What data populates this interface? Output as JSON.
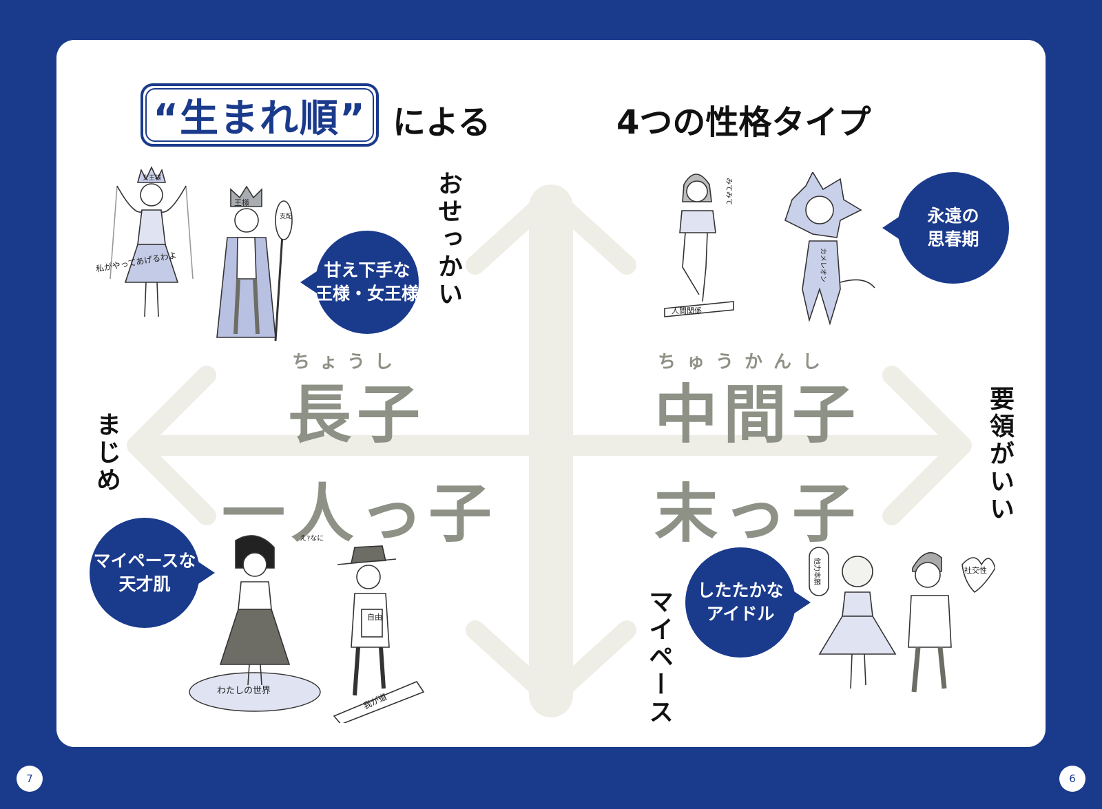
{
  "title": {
    "boxed": "“生まれ順”",
    "rest1": "による",
    "rest2": "4つの性格タイプ"
  },
  "axes": {
    "top": "おせっかい",
    "bottom": "マイペース",
    "left": "まじめ",
    "right": "要領がいい"
  },
  "quadrants": {
    "top_left": {
      "ruby": "ちょうし",
      "label": "長子"
    },
    "top_right": {
      "ruby": "ちゅうかんし",
      "label": "中間子"
    },
    "bottom_left": {
      "label": "一人っ子"
    },
    "bottom_right": {
      "label": "末っ子"
    }
  },
  "bubbles": {
    "eldest": [
      "甘え下手な",
      "王様・女王様"
    ],
    "middle": [
      "永遠の",
      "思春期"
    ],
    "only": [
      "マイペースな",
      "天才肌"
    ],
    "youngest": [
      "したたかな",
      "アイドル"
    ]
  },
  "illustration_text": {
    "queen_crown": "女王様",
    "king_crown": "王様",
    "scepter": "支配",
    "queen_speech": "私がやってあげるわよ",
    "middle_see": "みてみて",
    "relations": "人間関係",
    "chameleon": "カメレオン",
    "world": "わたしの世界",
    "eh": "え?なに?",
    "book": "自由",
    "path": "我が道",
    "fan_left": "他力本願",
    "fan_right": "社交性"
  },
  "page_numbers": {
    "left": "7",
    "right": "6"
  },
  "colors": {
    "brand": "#1a3a8c",
    "arrow": "#eeeee6",
    "quadrant_text": "#8e9186"
  }
}
